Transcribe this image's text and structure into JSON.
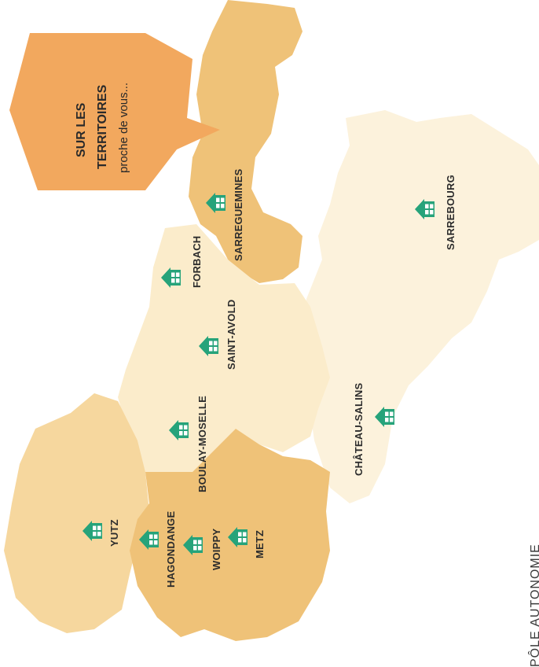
{
  "callout": {
    "line1": "SUR LES",
    "line2": "TERRITOIRES",
    "line3": "proche de vous..."
  },
  "footer": {
    "text": "PÔLE AUTONOMIE"
  },
  "colors": {
    "callout": "#f2a85e",
    "icon": "#26a37a",
    "region_dark": "#efc278",
    "region_mid": "#f6d79e",
    "region_light": "#fbeccb",
    "region_pale": "#fcf2dc"
  },
  "locations": [
    {
      "name": "SARREGUEMINES",
      "icon": "house-icon"
    },
    {
      "name": "SARREBOURG",
      "icon": "house-icon"
    },
    {
      "name": "FORBACH",
      "icon": "house-icon"
    },
    {
      "name": "SAINT-AVOLD",
      "icon": "house-icon"
    },
    {
      "name": "BOULAY-MOSELLE",
      "icon": "house-icon"
    },
    {
      "name": "CHÂTEAU-SALINS",
      "icon": "house-icon"
    },
    {
      "name": "YUTZ",
      "icon": "house-icon"
    },
    {
      "name": "HAGONDANGE",
      "icon": "house-icon"
    },
    {
      "name": "WOIPPY",
      "icon": "house-icon"
    },
    {
      "name": "METZ",
      "icon": "house-icon"
    }
  ]
}
